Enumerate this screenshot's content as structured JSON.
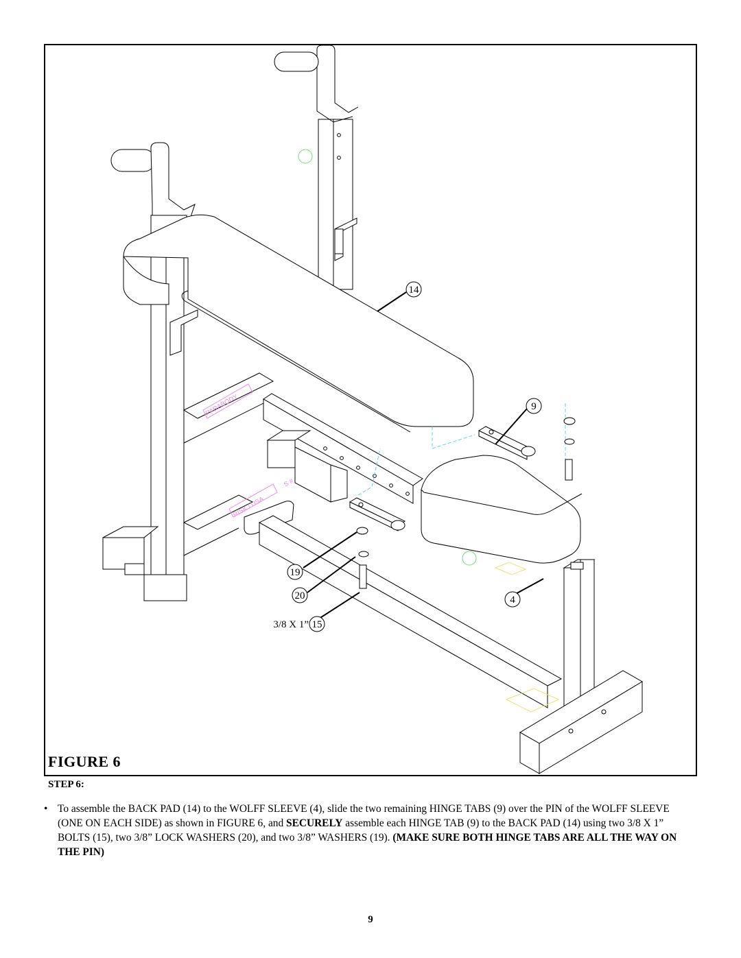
{
  "figure": {
    "title": "FIGURE 6",
    "callouts": {
      "back_pad": "14",
      "hinge_tab": "9",
      "washer": "19",
      "lock_washer": "20",
      "wolff_sleeve": "4",
      "bolt": "15",
      "bolt_size": "3/8 X 1”"
    },
    "decals": {
      "upper": "PARABODY",
      "lower": "RISK / USA",
      "lower_right": "S #"
    }
  },
  "step": {
    "heading": "STEP 6:",
    "bullet": "•",
    "text_part1": "To assemble the BACK PAD (14) to the WOLFF SLEEVE (4), slide the two remaining HINGE TABS (9) over the PIN of the WOLFF SLEEVE (ONE ON EACH SIDE) as shown in FIGURE 6, and ",
    "text_bold1": "SECURELY",
    "text_part2": " assemble each HINGE TAB (9) to the BACK PAD (14) using two 3/8 X 1” BOLTS (15), two 3/8” LOCK WASHERS (20), and two 3/8” WASHERS (19).  ",
    "text_bold2": "(MAKE SURE BOTH HINGE TABS ARE ALL THE WAY ON THE PIN)"
  },
  "page_number": "9"
}
